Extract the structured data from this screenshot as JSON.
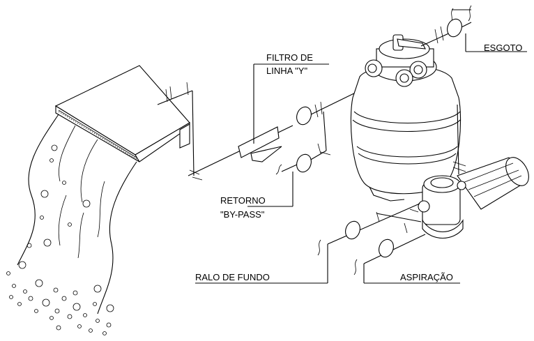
{
  "labels": {
    "esgoto": "ESGOTO",
    "filtro_line1": "FILTRO DE",
    "filtro_line2": "LINHA \"Y\"",
    "retorno": "RETORNO",
    "bypass": "\"BY-PASS\"",
    "ralo": "RALO DE FUNDO",
    "aspiracao": "ASPIRAÇÃO"
  }
}
